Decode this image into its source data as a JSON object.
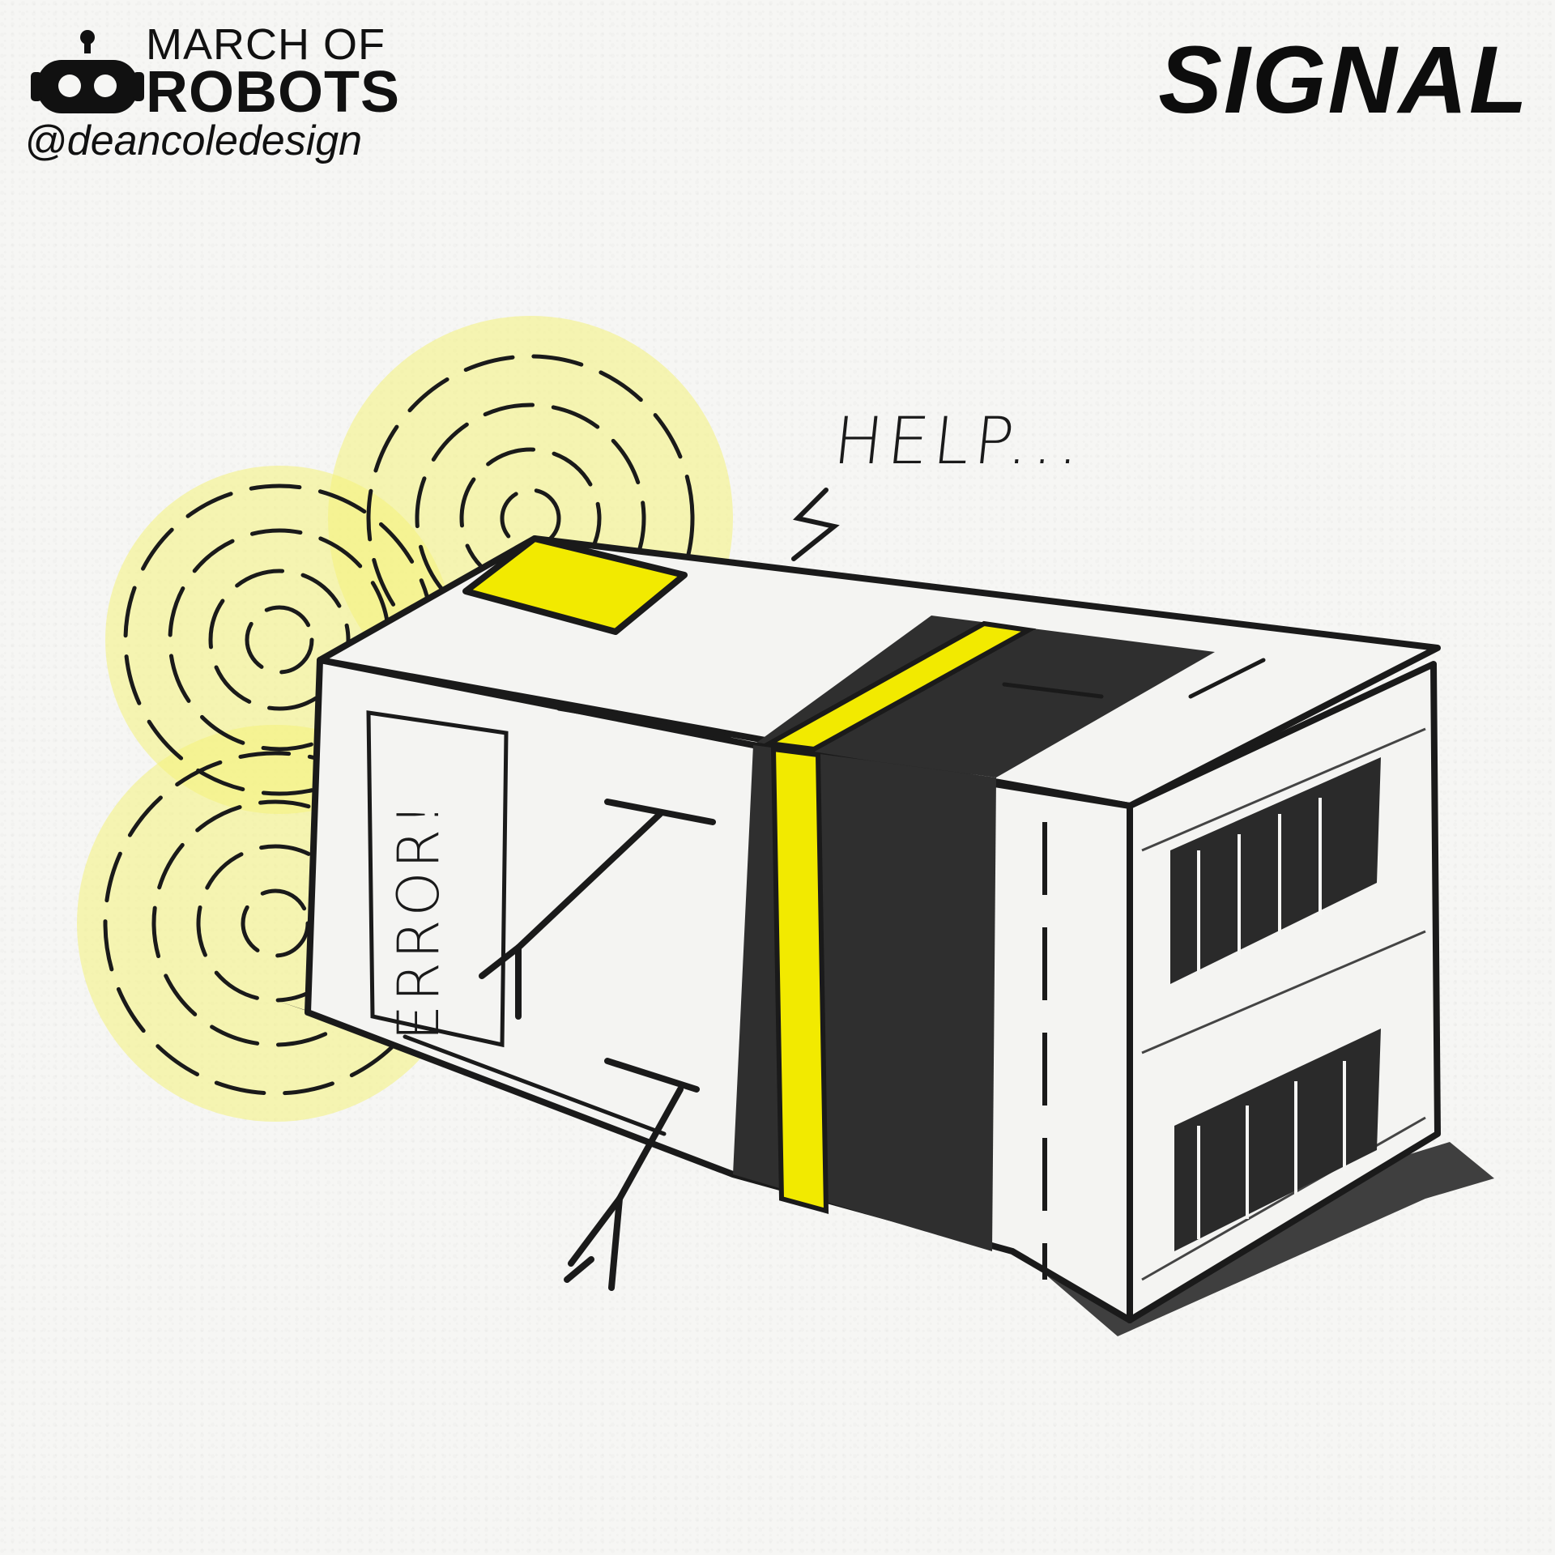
{
  "brand": {
    "line1": "MARCH OF",
    "line2": "ROBOTS",
    "handle": "@deancoledesign",
    "logo_icon": "robot-head-icon"
  },
  "title": "SIGNAL",
  "speech": "HELP...",
  "screen_label": "ERROR!",
  "colors": {
    "accent_yellow": "#f2ea00",
    "signal_yellow": "#f4f27a",
    "ink": "#1a1a1a",
    "dark_grey": "#2f2f2f",
    "paper": "#f6f6f4"
  }
}
